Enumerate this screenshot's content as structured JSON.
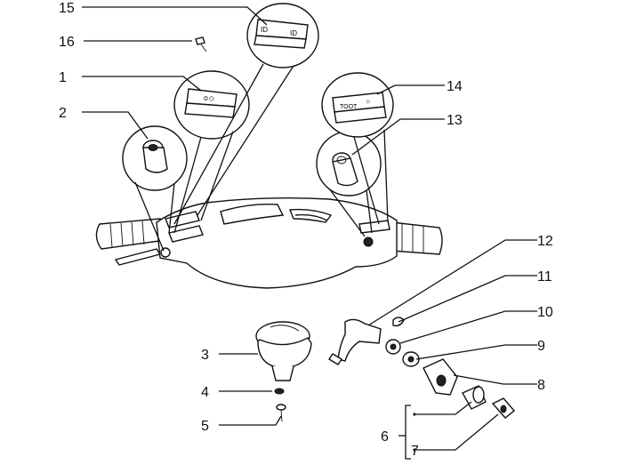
{
  "callouts": [
    "1",
    "2",
    "3",
    "4",
    "5",
    "6",
    "7",
    "8",
    "9",
    "10",
    "11",
    "12",
    "13",
    "14",
    "15",
    "16"
  ],
  "colors": {
    "ink": "#111111",
    "paper": "#ffffff"
  }
}
